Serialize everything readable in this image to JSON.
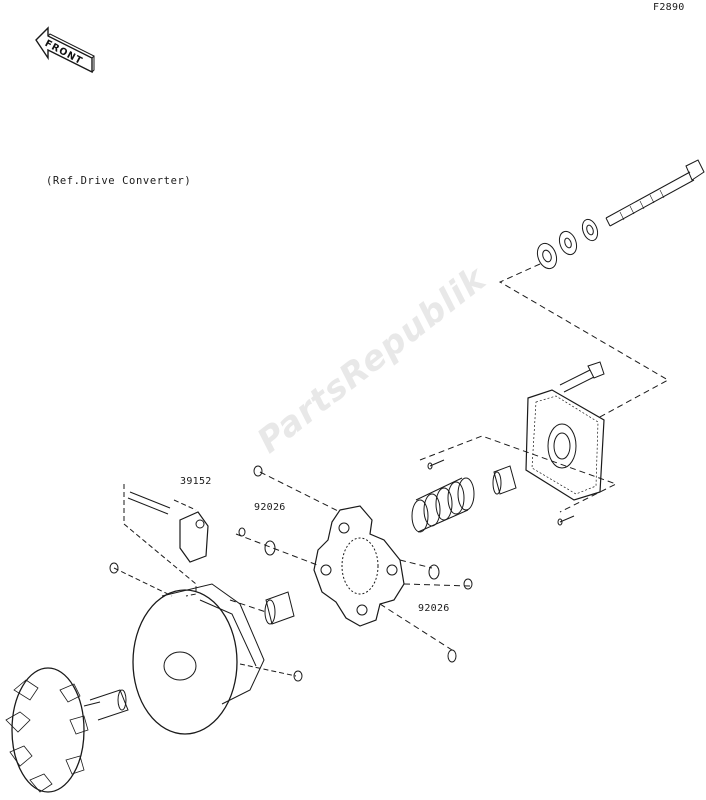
{
  "figure_code": "F2890",
  "front_label": "FRONT",
  "reference_note": "(Ref.Drive Converter)",
  "watermark": "PartsRepublik",
  "parts": [
    {
      "number": "39152"
    },
    {
      "number": "92026"
    },
    {
      "number": "92026"
    }
  ],
  "colors": {
    "line": "#1a1a1a",
    "background": "#ffffff",
    "watermark": "#bebebe"
  }
}
